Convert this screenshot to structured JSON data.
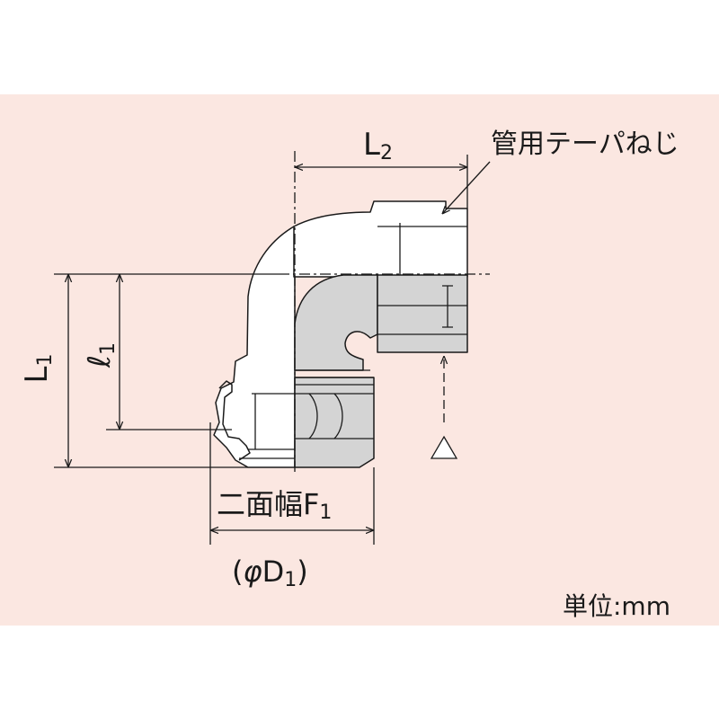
{
  "colors": {
    "panel_bg": "#fbe7e1",
    "page_bg": "#ffffff",
    "line": "#1a1a1a",
    "body_fill": "#ffffff",
    "section_fill": "#d4d4d4"
  },
  "labels": {
    "l2_main": "L",
    "l2_sub": "2",
    "thread": "管用テーパねじ",
    "l1_main": "L",
    "l1_sub": "1",
    "ell1_main": "ℓ",
    "ell1_sub": "1",
    "f1_main": "二面幅F",
    "f1_sub": "1",
    "d1_open": "(",
    "d1_phi": "φ",
    "d1_main": "D",
    "d1_sub": "1",
    "d1_close": ")",
    "unit": "単位:mm"
  }
}
